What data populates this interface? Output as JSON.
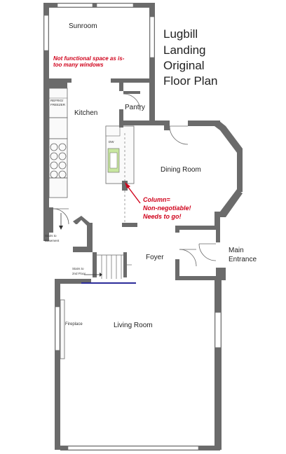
{
  "title": {
    "line1": "Lugbill",
    "line2": "Landing",
    "line3": "Original",
    "line4": "Floor Plan"
  },
  "rooms": {
    "sunroom": "Sunroom",
    "kitchen": "Kitchen",
    "pantry": "Pantry",
    "dining_room": "Dining Room",
    "foyer": "Foyer",
    "main_entrance_line1": "Main",
    "main_entrance_line2": "Entrance",
    "living_room": "Living Room",
    "fireplace": "Fireplace"
  },
  "labels": {
    "refrig_line1": "REFRIG/",
    "refrig_line2": "FREEZER",
    "dw": "DW",
    "stairs_basement_line1": "Stairs to",
    "stairs_basement_line2": "Basement",
    "stairs_2nd_line1": "Stairs to",
    "stairs_2nd_line2": "2nd Floor"
  },
  "annotations": {
    "sunroom_note_line1": "Not functional space as is-",
    "sunroom_note_line2": "too many windows",
    "column_note_line1": "Column=",
    "column_note_line2": "Non-negotiable!",
    "column_note_line3": "Needs to go!"
  },
  "colors": {
    "wall": "#6b6b6b",
    "annotation": "#d0021b",
    "sink": "#c8e6a0"
  }
}
